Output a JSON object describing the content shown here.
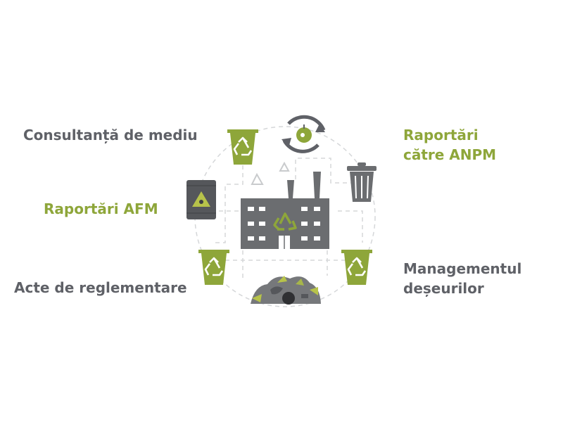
{
  "labels": {
    "consultanta": "Consultanță de mediu",
    "raportari_anpm_line1": "Raportări",
    "raportari_anpm_line2": "către ANPM",
    "raportari_afm": "Raportări AFM",
    "acte": "Acte de reglementare",
    "management_line1": "Managementul",
    "management_line2": "deșeurilor"
  },
  "colors": {
    "green": "#8ea63a",
    "dark_gray": "#5f6167",
    "factory": "#6b6d70",
    "dashed": "#d5d7d9"
  },
  "icons": [
    "recycle-bin-icon",
    "apple-recycle-icon",
    "trash-can-icon",
    "biohazard-barrel-icon",
    "factory-icon",
    "recycle-symbol-icon",
    "waste-pile-icon"
  ]
}
